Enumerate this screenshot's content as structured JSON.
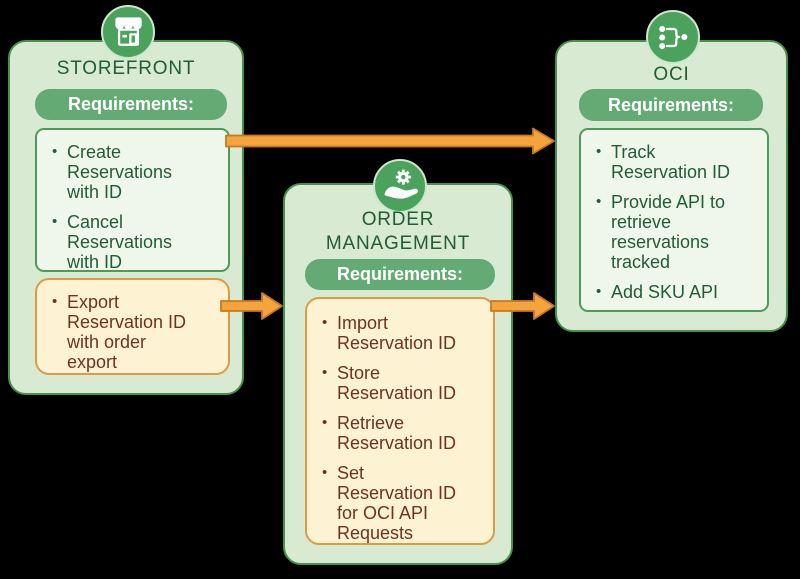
{
  "background": "#000000",
  "colors": {
    "background": "#000000",
    "panel_bg": "#d8ebd2",
    "panel_border": "#459348",
    "icon_bg": "#4ba25d",
    "pill_bg": "#63aa74",
    "pill_text": "#ffffff",
    "listbox_bg": "#eff7eb",
    "listbox_border": "#4d9b58",
    "orange_bg": "#fdf2d2",
    "orange_border": "#dd9a44",
    "green_text": "#215c35",
    "brown_text": "#6e3320",
    "arrow_fill": "#f4a33d",
    "arrow_stroke": "#c87a1f"
  },
  "panels": {
    "storefront": {
      "title": "STOREFRONT",
      "icon": "store-icon",
      "requirements_label": "Requirements:",
      "core_items": [
        "Create Reservations with ID",
        "Cancel Reservations with ID"
      ],
      "export_items": [
        "Export Reservation ID with order export"
      ]
    },
    "order_management": {
      "title": "ORDER\nMANAGEMENT",
      "icon": "gear-hand-service-icon",
      "requirements_label": "Requirements:",
      "items": [
        "Import Reservation ID",
        "Store Reservation ID",
        "Retrieve Reservation ID",
        "Set Reservation ID for OCI API Requests"
      ]
    },
    "oci": {
      "title": "OCI",
      "icon": "data-merge-icon",
      "requirements_label": "Requirements:",
      "items": [
        "Track Reservation ID",
        "Provide API to retrieve reservations tracked",
        "Add SKU API"
      ]
    }
  },
  "arrows": [
    {
      "name": "storefront-to-oci",
      "from": "Storefront core requirements",
      "to": "OCI"
    },
    {
      "name": "storefront-to-order-management",
      "from": "Storefront export requirements",
      "to": "Order Management"
    },
    {
      "name": "order-management-to-oci",
      "from": "Order Management requirements",
      "to": "OCI"
    }
  ]
}
